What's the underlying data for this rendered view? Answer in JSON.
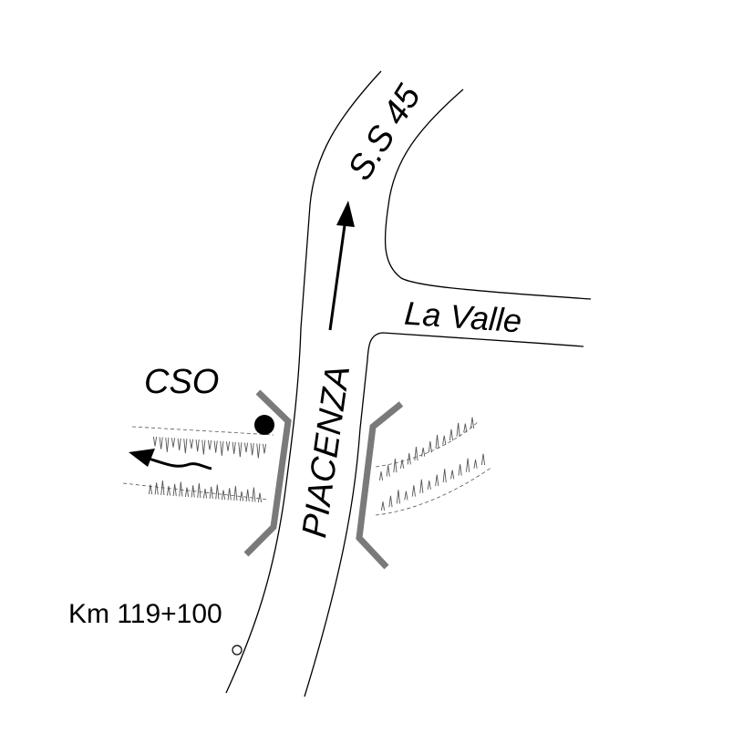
{
  "labels": {
    "road_main": "PIACENZA",
    "road_route": "S.S 45",
    "road_side": "La Valle",
    "discharge": "CSO",
    "chainage": "Km 119+100"
  },
  "icons": {
    "direction": "arrow-up-icon",
    "flow": "flow-arrow-icon",
    "outfall": "discharge-point-icon",
    "marker": "km-marker-icon"
  },
  "colors": {
    "lines": "#000000",
    "bridge": "#7a7a7a",
    "hatching": "#555555"
  }
}
